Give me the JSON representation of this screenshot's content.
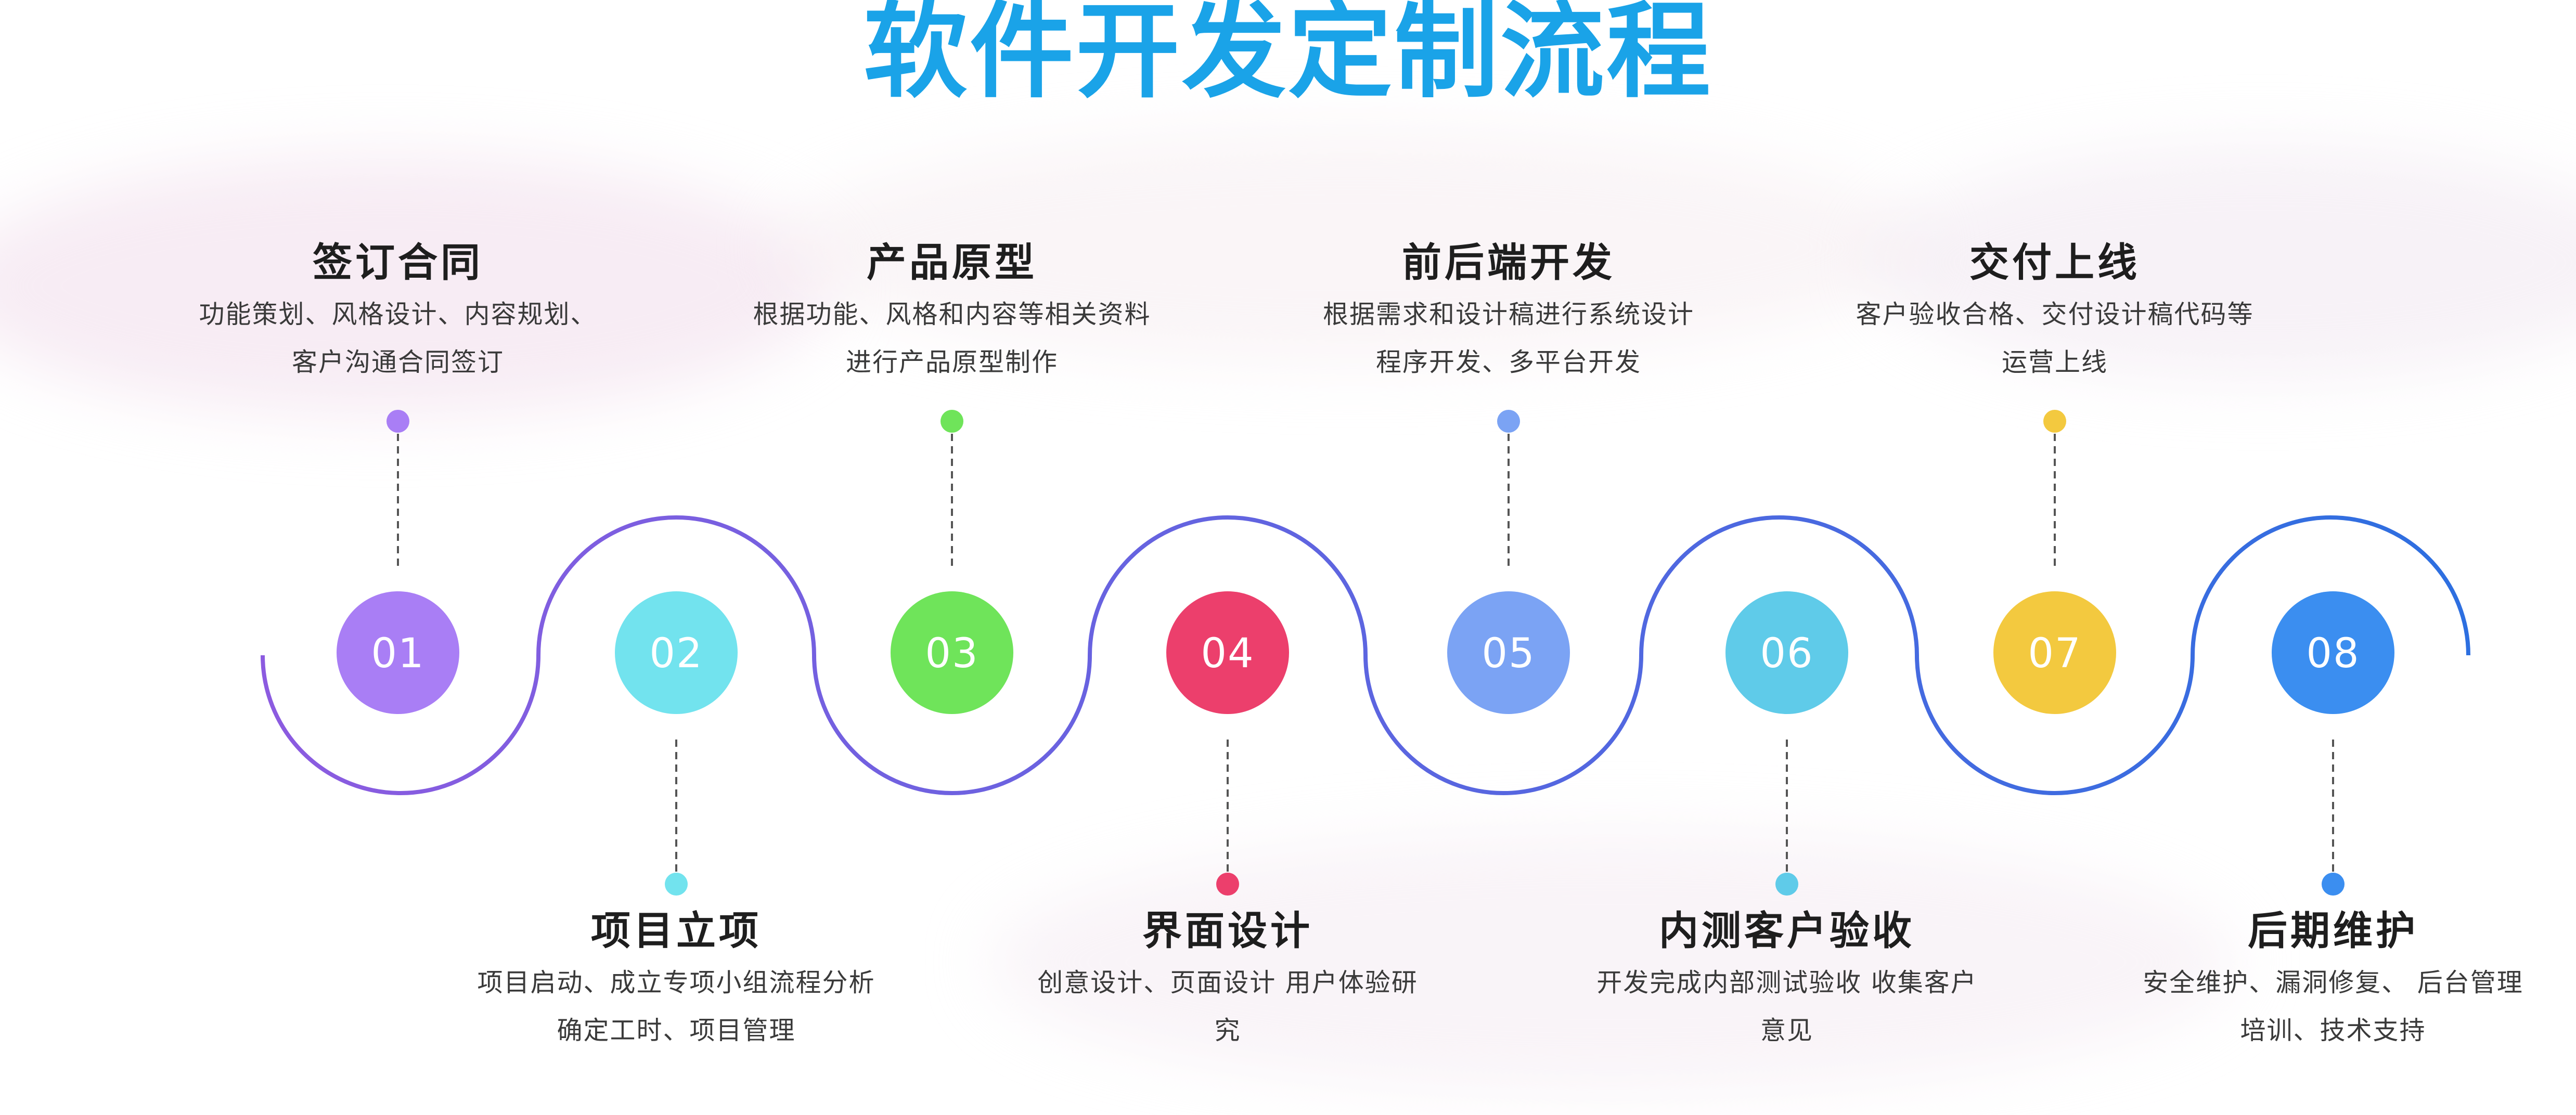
{
  "title": "软件开发定制流程",
  "steps": [
    {
      "num": "01",
      "title": "签订合同",
      "desc": [
        "功能策划、风格设计、内容规划、",
        "客户沟通合同签订"
      ],
      "color": "#a97ef5"
    },
    {
      "num": "02",
      "title": "项目立项",
      "desc": [
        "项目启动、成立专项小组流程分析",
        "确定工时、项目管理"
      ],
      "color": "#72e3ee"
    },
    {
      "num": "03",
      "title": "产品原型",
      "desc": [
        "根据功能、风格和内容等相关资料",
        "进行产品原型制作"
      ],
      "color": "#6fe45a"
    },
    {
      "num": "04",
      "title": "界面设计",
      "desc": [
        "创意设计、页面设计 用户体验研",
        "究"
      ],
      "color": "#ec3f6c"
    },
    {
      "num": "05",
      "title": "前后端开发",
      "desc": [
        "根据需求和设计稿进行系统设计",
        "程序开发、多平台开发"
      ],
      "color": "#7ba3f4"
    },
    {
      "num": "06",
      "title": "内测客户验收",
      "desc": [
        "开发完成内部测试验收 收集客户",
        "意见"
      ],
      "color": "#5fcbe9"
    },
    {
      "num": "07",
      "title": "交付上线",
      "desc": [
        "客户验收合格、交付设计稿代码等",
        "运营上线"
      ],
      "color": "#f3c93f"
    },
    {
      "num": "08",
      "title": "后期维护",
      "desc": [
        "安全维护、漏洞修复、 后台管理",
        "培训、技术支持"
      ],
      "color": "#3b8ef0"
    }
  ]
}
